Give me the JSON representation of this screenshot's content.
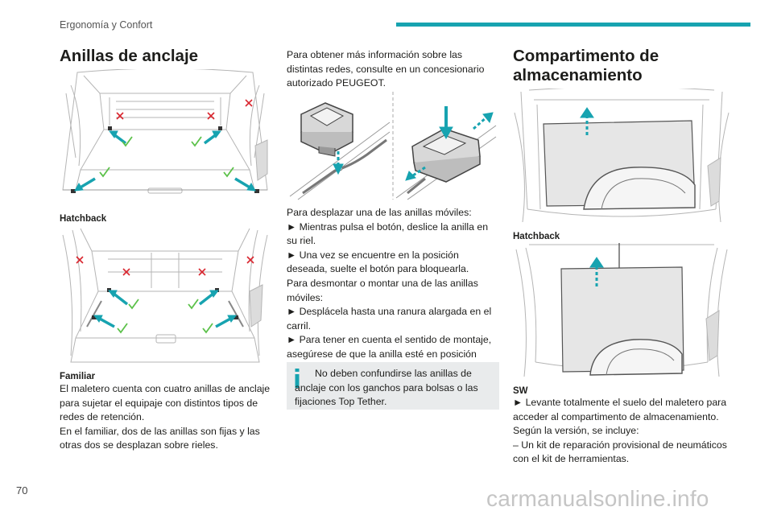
{
  "header": {
    "section": "Ergonomía y Confort"
  },
  "page_number": "70",
  "colors": {
    "accent": "#17a3b0",
    "arrow": "#17a3b0",
    "check": "#5cc14a",
    "cross": "#d9262f"
  },
  "left": {
    "title": "Anillas de anclaje",
    "caption_hatchback": "Hatchback",
    "caption_familiar": "Familiar",
    "paragraphs": [
      "El maletero cuenta con cuatro anillas de anclaje para sujetar el equipaje con distintos tipos de redes de retención.",
      "En el familiar, dos de las anillas son fijas y las otras dos se desplazan sobre rieles."
    ]
  },
  "middle": {
    "intro": "Para obtener más información sobre las distintas redes, consulte en un concesionario autorizado PEUGEOT.",
    "lines": [
      "Para desplazar una de las anillas móviles:",
      "► Mientras pulsa el botón, deslice la anilla en su riel.",
      "► Una vez se encuentre en la posición deseada, suelte el botón para bloquearla.",
      "Para desmontar o montar una de las anillas móviles:",
      "► Desplácela hasta una ranura alargada en el carril.",
      "► Para tener en cuenta el sentido de montaje, asegúrese de que la anilla esté en posición vertical y hacia el exterior del vehículo."
    ],
    "note": "No deben confundirse las anillas de anclaje con los ganchos para bolsas o las fijaciones Top Tether."
  },
  "right": {
    "title": "Compartimento de almacenamiento",
    "caption_hatchback": "Hatchback",
    "caption_sw": "SW",
    "lines": [
      "► Levante totalmente el suelo del maletero para acceder al compartimento de almacenamiento.",
      "Según la versión, se incluye:",
      "– Un kit de reparación provisional de neumáticos con el kit de herramientas."
    ]
  },
  "watermark": "carmanualsonline.info"
}
